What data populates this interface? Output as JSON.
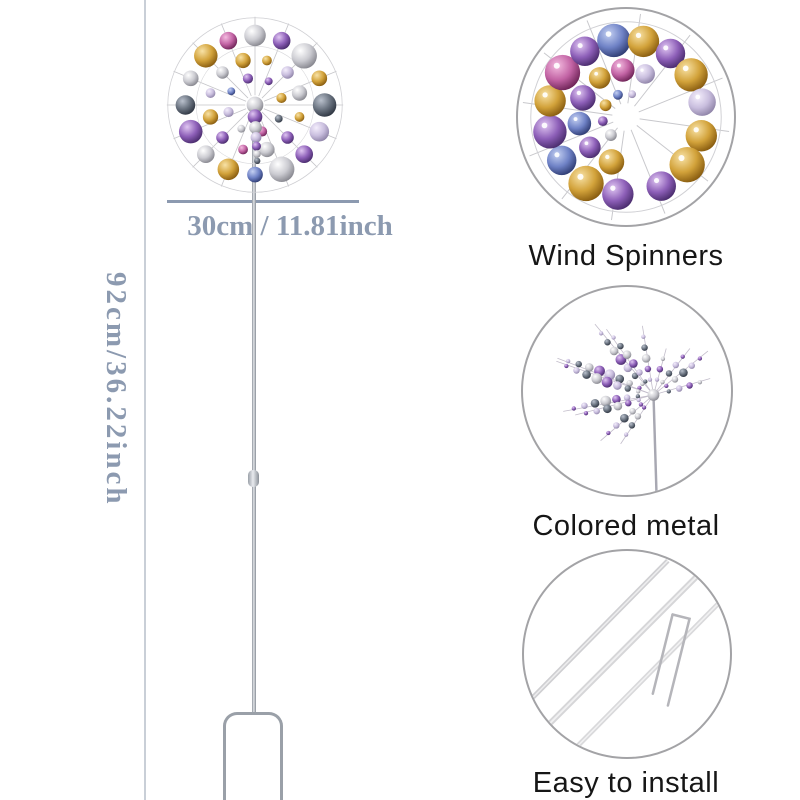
{
  "dimensions": {
    "width_label": "30cm / 11.81inch",
    "height_label": "92cm/36.22inch"
  },
  "callouts": [
    {
      "id": "wind-spinners",
      "label": "Wind Spinners"
    },
    {
      "id": "colored-metal",
      "label": "Colored metal"
    },
    {
      "id": "easy-install",
      "label": "Easy to install"
    }
  ],
  "colors": {
    "dimension_text": "#8c9ab0",
    "dimension_line": "#8c9ab0",
    "height_guide_line": "#c9cfd7",
    "callout_border": "#a3a3a6",
    "callout_label_text": "#161616",
    "metal_silver": "#cbcbd1",
    "metal_purple": "#8d5fb8",
    "metal_gold": "#d2a23a",
    "metal_blue": "#6f82c6"
  }
}
